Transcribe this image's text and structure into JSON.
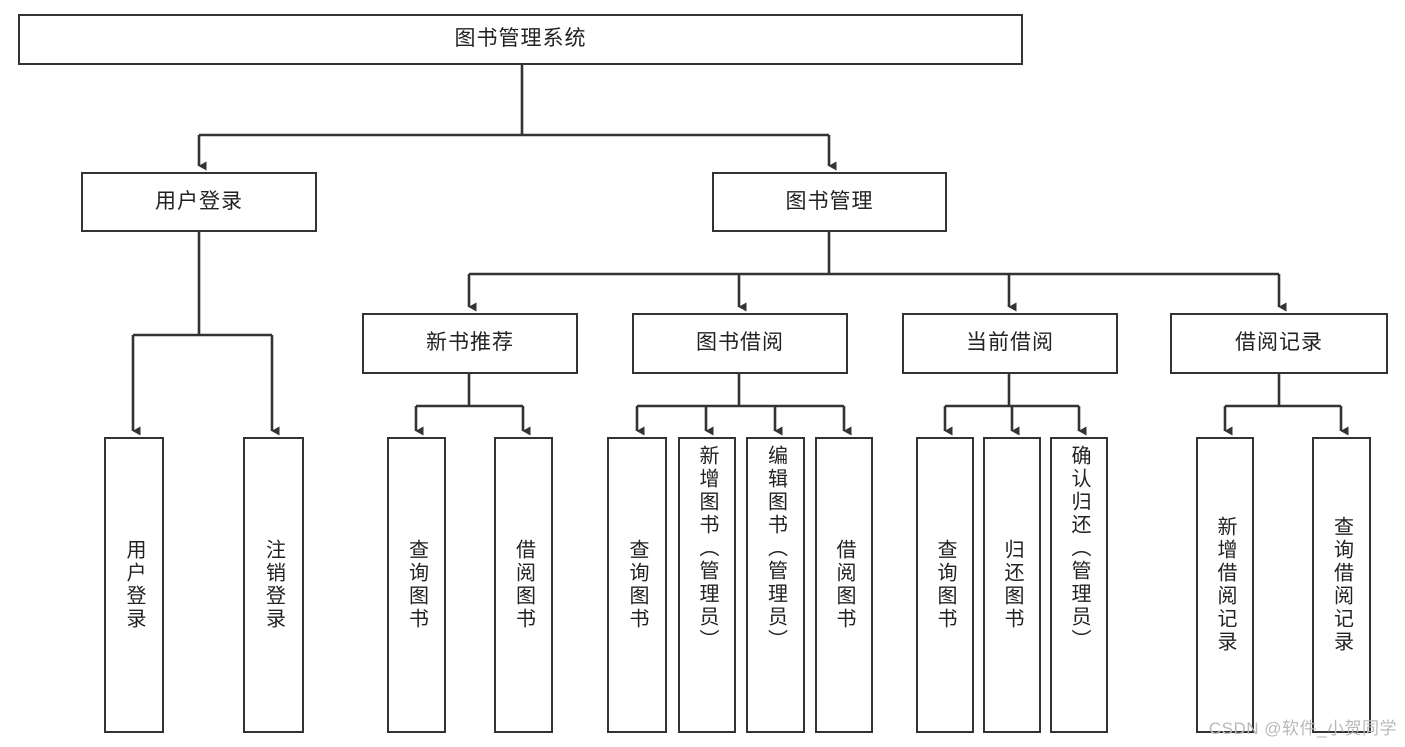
{
  "diagram": {
    "title": "图书管理系统",
    "type": "tree",
    "watermark": "CSDN @软件_小贺同学",
    "colors": {
      "box_border": "#333333",
      "box_fill": "#ffffff",
      "connector": "#333333",
      "text": "#222222",
      "watermark": "#b9b9b9",
      "background": "#ffffff"
    },
    "root": {
      "label": "图书管理系统"
    },
    "level2": [
      {
        "label": "用户登录"
      },
      {
        "label": "图书管理"
      }
    ],
    "level3": [
      {
        "label": "新书推荐"
      },
      {
        "label": "图书借阅"
      },
      {
        "label": "当前借阅"
      },
      {
        "label": "借阅记录"
      }
    ],
    "leaves": {
      "user_login": [
        {
          "label": "用户登录"
        },
        {
          "label": "注销登录"
        }
      ],
      "new_book_recommend": [
        {
          "label": "查询图书"
        },
        {
          "label": "借阅图书"
        }
      ],
      "book_borrow": [
        {
          "label": "查询图书"
        },
        {
          "label": "新增图书（管理员）"
        },
        {
          "label": "编辑图书（管理员）"
        },
        {
          "label": "借阅图书"
        }
      ],
      "current_borrow": [
        {
          "label": "查询图书"
        },
        {
          "label": "归还图书"
        },
        {
          "label": "确认归还（管理员）"
        }
      ],
      "borrow_record": [
        {
          "label": "新增借阅记录"
        },
        {
          "label": "查询借阅记录"
        }
      ]
    }
  }
}
